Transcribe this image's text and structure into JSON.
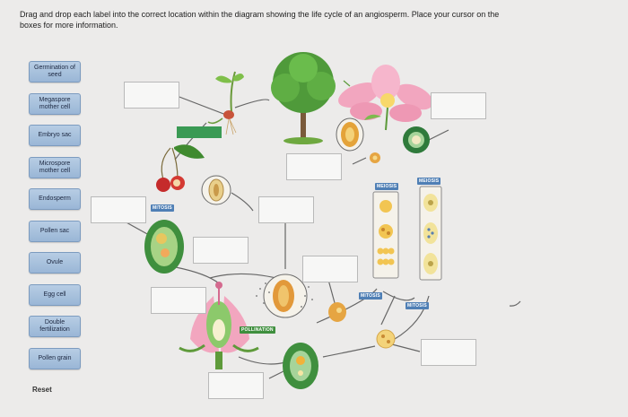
{
  "instructions": {
    "line1": "Drag and drop each label into the correct location within the diagram showing the life cycle of an angiosperm. Place your cursor on the",
    "line2": "boxes for more information."
  },
  "label_bank": [
    {
      "label": "Germination of seed"
    },
    {
      "label": "Megaspore mother cell"
    },
    {
      "label": "Embryo sac"
    },
    {
      "label": "Microspore mother cell"
    },
    {
      "label": "Endosperm"
    },
    {
      "label": "Pollen sac"
    },
    {
      "label": "Ovule"
    },
    {
      "label": "Egg cell"
    },
    {
      "label": "Double fertilization"
    },
    {
      "label": "Pollen grain"
    }
  ],
  "reset_label": "Reset",
  "diagram_tags": {
    "meiosis_left": "MEIOSIS",
    "meiosis_right": "MEIOSIS",
    "mitosis_left": "MITOSIS",
    "mitosis_middle": "MITOSIS",
    "mitosis_right": "MITOSIS",
    "pollination": "POLLINATION"
  },
  "colors": {
    "label_fill": "#a9c2df",
    "label_border": "#7c9bbf",
    "background": "#ecebea",
    "tag_blue": "#4f7fb5",
    "tag_teal": "#3d8f86",
    "tag_green": "#3f8f3e"
  }
}
